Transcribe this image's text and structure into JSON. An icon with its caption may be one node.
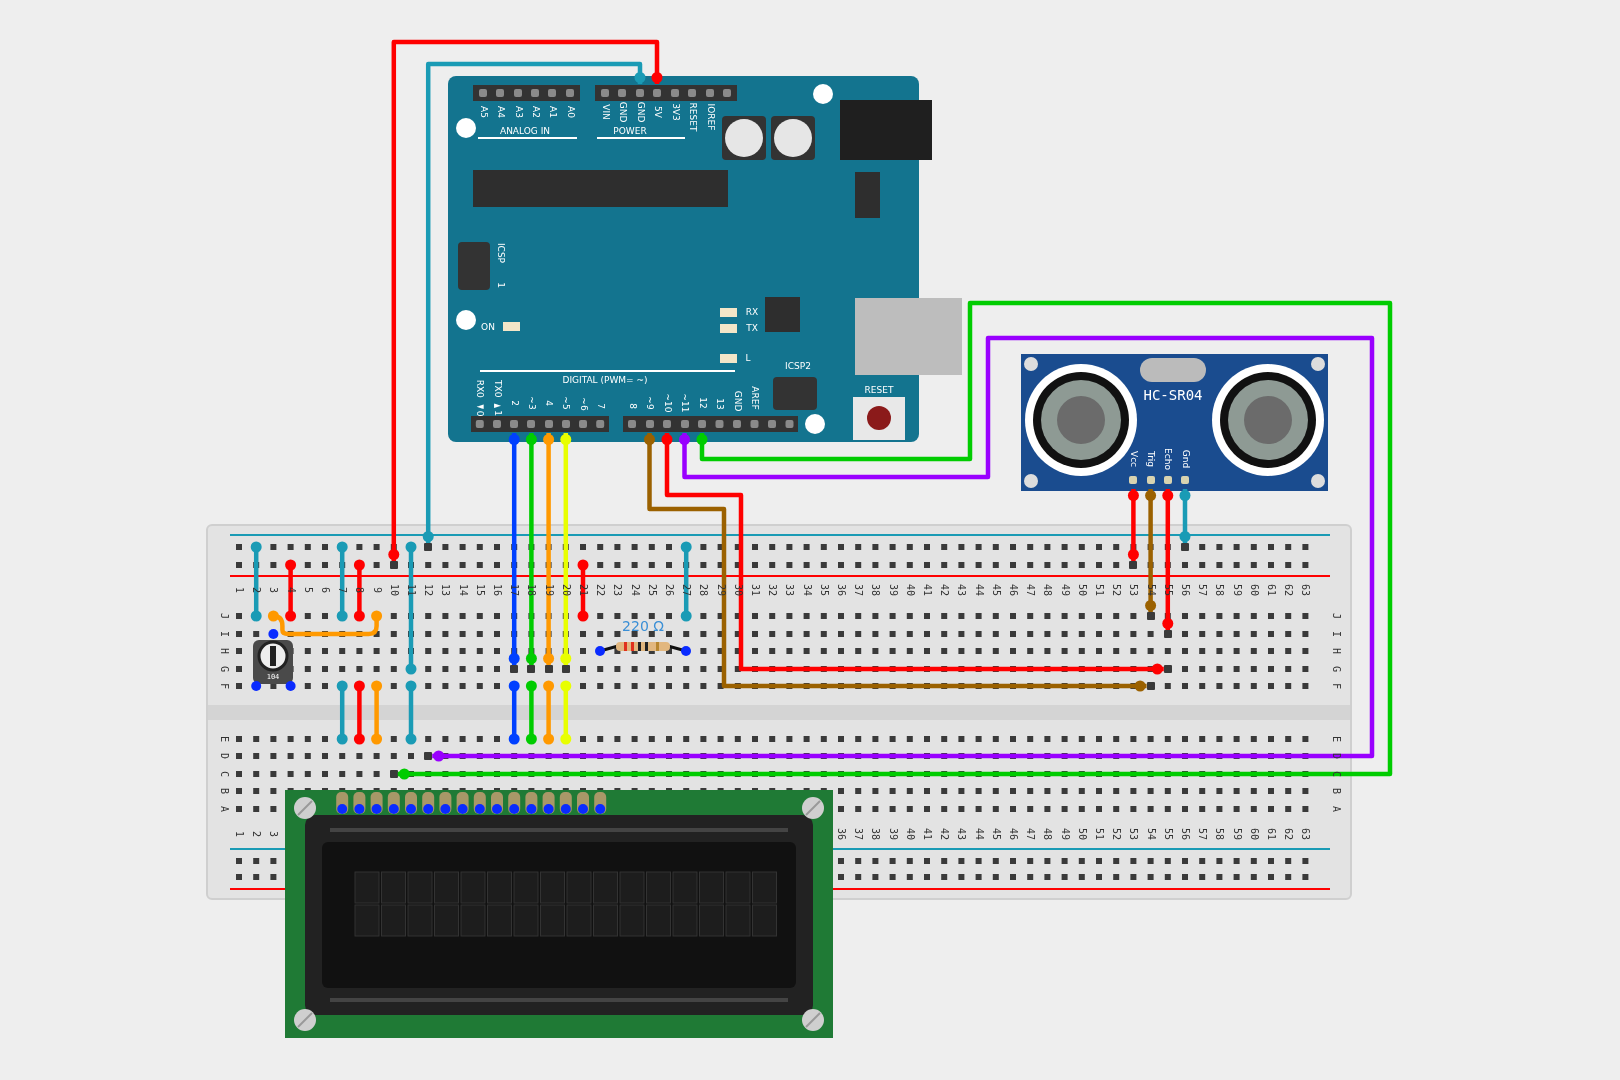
{
  "diagram": {
    "nodes": [
      {
        "text": [],
        "shape": "picture"
      },
      {
        "text": [
          "GND"
        ],
        "in": 0
      },
      {
        "text": [
          "5V"
        ],
        "in": 0
      },
      {
        "text": [
          "2"
        ],
        "in": 0
      },
      {
        "text": [
          "~3"
        ],
        "in": 0
      },
      {
        "text": [
          "4"
        ],
        "in": 0
      },
      {
        "text": [
          "~5"
        ],
        "in": 0
      },
      {
        "text": [
          "~9"
        ],
        "in": 0
      },
      {
        "text": [
          "~10"
        ],
        "in": 0
      },
      {
        "text": [
          "~11"
        ],
        "in": 0
      },
      {
        "text": [
          "12"
        ],
        "in": 0
      },
      {
        "text": [
          "HC-SR04"
        ]
      },
      {
        "text": [
          "Vcc"
        ],
        "in": 11
      },
      {
        "text": [
          "Trig"
        ],
        "in": 11
      },
      {
        "text": [
          "Echo"
        ],
        "in": 11
      },
      {
        "text": [
          "Gnd"
        ],
        "in": 11
      },
      {
        "text": [],
        "shape": "picture"
      },
      {
        "text": [
          "104"
        ],
        "in": 16
      },
      {
        "text": [],
        "shape": "picture",
        "beside": [
          "220 Ω"
        ],
        "in": 16
      },
      {
        "text": [],
        "shape": "picture"
      },
      {
        "text": [],
        "shape": "box",
        "in": 16
      },
      {
        "text": [],
        "shape": "box",
        "in": 16
      },
      {
        "text": [],
        "shape": "box",
        "in": 16
      },
      {
        "text": [],
        "shape": "box",
        "in": 16
      },
      {
        "text": [],
        "shape": "box",
        "in": 16
      },
      {
        "text": [],
        "shape": "box",
        "in": 16
      },
      {
        "text": [],
        "shape": "box",
        "in": 16
      },
      {
        "text": [],
        "shape": "box",
        "in": 16
      },
      {
        "text": [],
        "shape": "box",
        "in": 16
      },
      {
        "text": [],
        "shape": "box",
        "in": 16
      },
      {
        "text": [],
        "shape": "box",
        "in": 16
      },
      {
        "text": [],
        "shape": "box",
        "in": 16
      },
      {
        "text": [],
        "shape": "box",
        "in": 16
      },
      {
        "text": [],
        "shape": "box",
        "in": 16
      }
    ],
    "edges": [
      {
        "from": 1,
        "to": 20,
        "arrow": "other",
        "color": "#1a9bb5"
      },
      {
        "from": 2,
        "to": 21,
        "arrow": "other",
        "color": "#ff0000"
      },
      {
        "from": 3,
        "to": 22,
        "arrow": "other",
        "color": "#0040ff"
      },
      {
        "from": 4,
        "to": 23,
        "arrow": "other",
        "color": "#00cc00"
      },
      {
        "from": 5,
        "to": 24,
        "arrow": "other",
        "color": "#ff9900"
      },
      {
        "from": 6,
        "to": 25,
        "arrow": "other",
        "color": "#e8ff00"
      },
      {
        "from": 7,
        "to": 26,
        "arrow": "other",
        "color": "#9b6100"
      },
      {
        "from": 8,
        "to": 27,
        "arrow": "other",
        "color": "#ff0000"
      },
      {
        "from": 9,
        "to": 28,
        "arrow": "other",
        "color": "#9900ff"
      },
      {
        "from": 10,
        "to": 29,
        "arrow": "other",
        "color": "#00cc00"
      },
      {
        "from": 12,
        "to": 30,
        "arrow": "other",
        "color": "#ff0000"
      },
      {
        "from": 13,
        "to": 31,
        "arrow": "other",
        "color": "#9b6100"
      },
      {
        "from": 14,
        "to": 32,
        "arrow": "other",
        "color": "#ff0000"
      },
      {
        "from": 15,
        "to": 33,
        "arrow": "other",
        "color": "#1a9bb5"
      }
    ],
    "labels": [
      "A5",
      "A4",
      "A3",
      "A2",
      "A1",
      "A0",
      "ANALOG IN",
      "VIN",
      "GND",
      "3V3",
      "RESET",
      "IOREF",
      "POWER",
      "ICSP",
      "1",
      "ON",
      "RX",
      "TX",
      "L",
      "ICSP2",
      "RESET",
      "DIGITAL (PWM= ~)",
      "RX0 ◄0",
      "TX0 ►1",
      "~6",
      "7",
      "8",
      "13",
      "GND",
      "AREF",
      "1",
      "2",
      "3",
      "4",
      "5",
      "6",
      "7",
      "8",
      "9",
      "10",
      "11",
      "12",
      "13",
      "14",
      "15",
      "16",
      "17",
      "18",
      "19",
      "20",
      "21",
      "22",
      "23",
      "24",
      "25",
      "26",
      "27",
      "28",
      "29",
      "30",
      "31",
      "32",
      "33",
      "34",
      "35",
      "36",
      "37",
      "38",
      "39",
      "40",
      "41",
      "42",
      "43",
      "44",
      "45",
      "46",
      "47",
      "48",
      "49",
      "50",
      "51",
      "52",
      "53",
      "54",
      "55",
      "56",
      "57",
      "58",
      "59",
      "60",
      "61",
      "62",
      "63",
      "J",
      "I",
      "H",
      "G",
      "F",
      "J",
      "I",
      "H",
      "G",
      "F",
      "E",
      "D",
      "C",
      "B",
      "A",
      "E",
      "D",
      "C",
      "B",
      "A",
      "1",
      "2",
      "3",
      "36",
      "37",
      "38",
      "39",
      "40",
      "41",
      "42",
      "43",
      "44",
      "45",
      "46",
      "47",
      "48",
      "49",
      "50",
      "51",
      "52",
      "53",
      "54",
      "55",
      "56",
      "57",
      "58",
      "59",
      "60",
      "61",
      "62",
      "63"
    ]
  }
}
